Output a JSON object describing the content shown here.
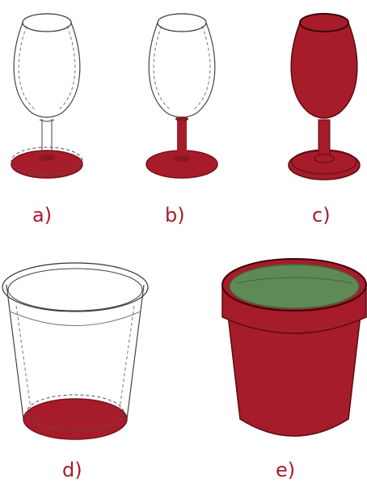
{
  "figure": {
    "labels": {
      "a": "a)",
      "b": "b)",
      "c": "c)",
      "d": "d)",
      "e": "e)"
    }
  },
  "colors": {
    "red": "#a61c2a",
    "red_dark": "#7d0f1a",
    "outline": "#333333",
    "green": "#5f8a55",
    "green_dark": "#3f6a3c"
  }
}
